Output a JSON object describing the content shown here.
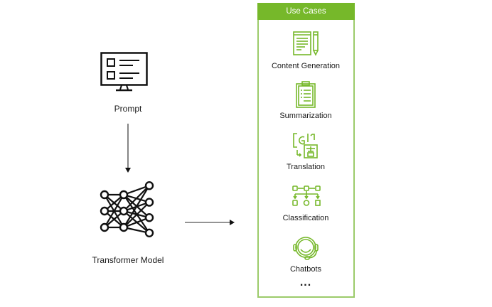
{
  "left": {
    "prompt": {
      "label": "Prompt",
      "icon": "monitor-checklist-icon"
    },
    "model": {
      "label": "Transformer Model",
      "icon": "neural-network-icon"
    }
  },
  "use_cases": {
    "header": "Use Cases",
    "accent_color": "#76b82a",
    "border_color": "#9ccb6a",
    "items": [
      {
        "label": "Content Generation",
        "icon": "document-pencil-icon"
      },
      {
        "label": "Summarization",
        "icon": "clipboard-checklist-icon"
      },
      {
        "label": "Translation",
        "icon": "translation-icon"
      },
      {
        "label": "Classification",
        "icon": "hierarchy-icon"
      },
      {
        "label": "Chatbots",
        "icon": "headset-icon"
      }
    ],
    "more": "..."
  }
}
